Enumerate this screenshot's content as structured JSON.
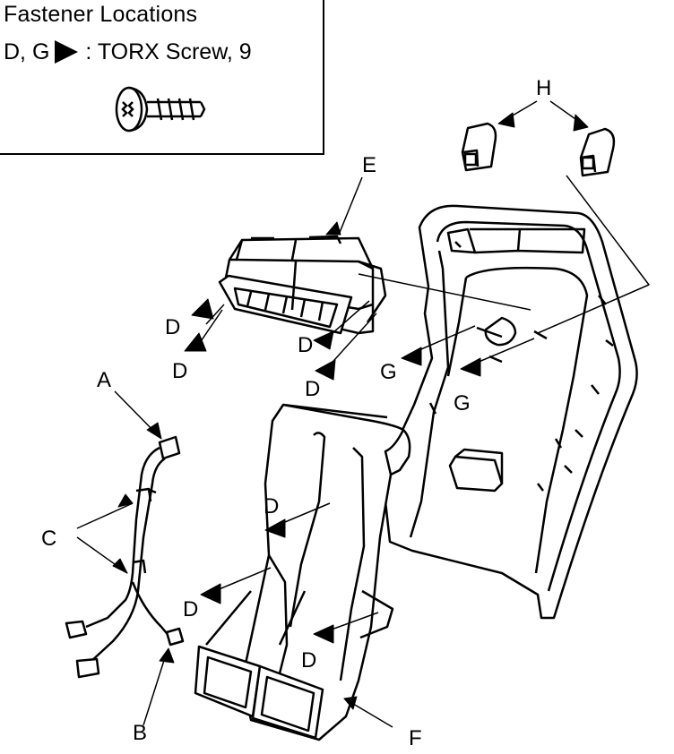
{
  "legend": {
    "title": "Fastener Locations",
    "fastener_letters": "D, G",
    "fastener_desc": ": TORX Screw, 9",
    "icons": [
      "arrowhead-marker-icon",
      "torx-screw-icon"
    ]
  },
  "labels": {
    "A": "A",
    "B": "B",
    "C": "C",
    "D": "D",
    "E": "E",
    "F": "F",
    "G": "G",
    "H": "H"
  }
}
